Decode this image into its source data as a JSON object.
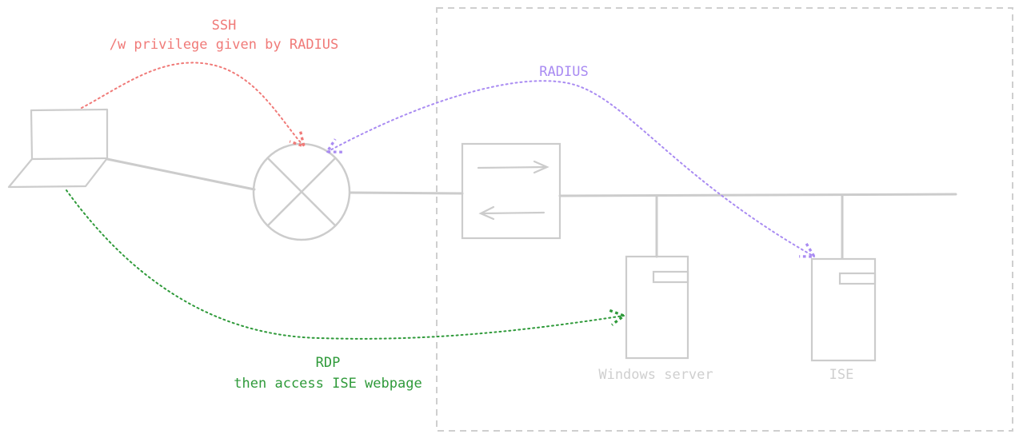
{
  "colors": {
    "ssh": "#f07a78",
    "radius": "#a98bf2",
    "rdp": "#2f9a3a",
    "device": "#cccccc",
    "device_label": "#cfcfcf"
  },
  "labels": {
    "ssh_line1": "SSH",
    "ssh_line2": "/w privilege given by RADIUS",
    "radius": "RADIUS",
    "rdp_line1": "RDP",
    "rdp_line2": "then access ISE webpage",
    "windows_server": "Windows server",
    "ise": "ISE"
  },
  "icons": {
    "laptop": "laptop-icon",
    "router": "router-icon",
    "switch": "switch-icon",
    "windows_server": "server-icon",
    "ise_server": "server-icon"
  }
}
